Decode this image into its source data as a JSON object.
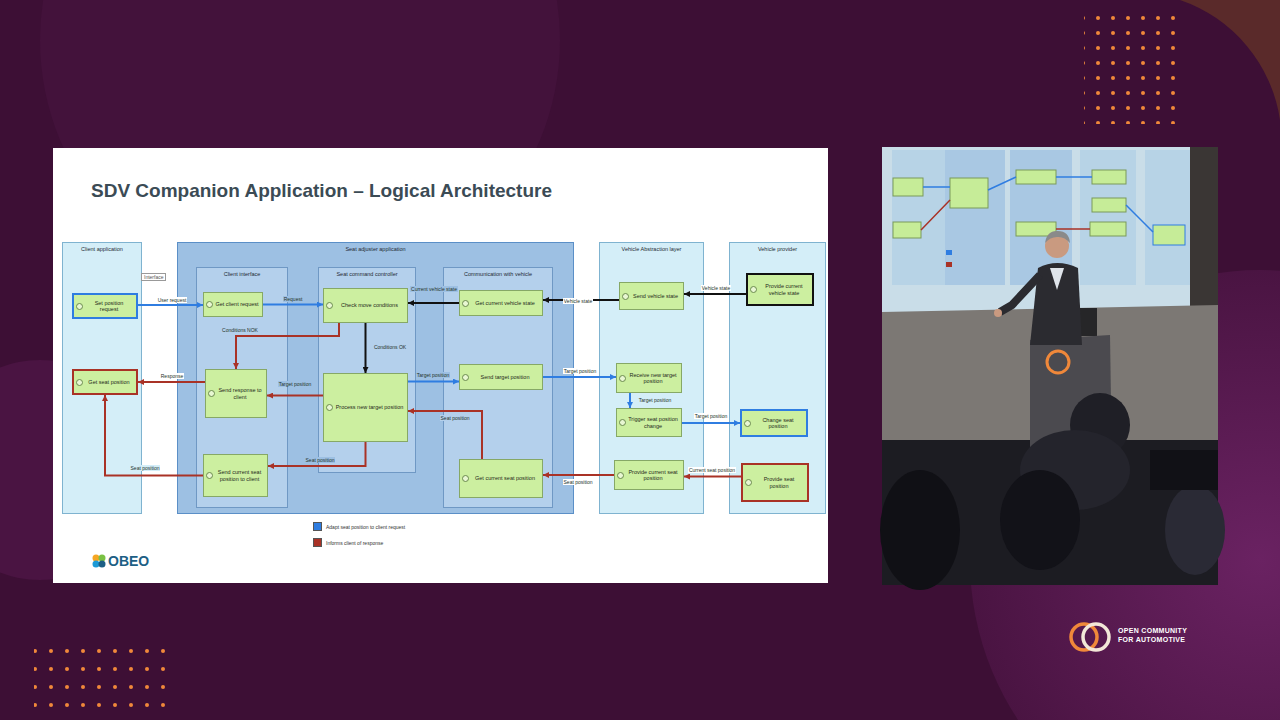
{
  "diagram": {
    "title": "SDV Companion Application – Logical Architecture",
    "nodes": [
      {
        "text": [
          "Client application"
        ]
      },
      {
        "text": [
          "Seat adjuster application"
        ]
      },
      {
        "text": [
          "Client interface"
        ],
        "in": 1
      },
      {
        "text": [
          "Seat command controller"
        ],
        "in": 1
      },
      {
        "text": [
          "Communication with vehicle"
        ],
        "in": 1
      },
      {
        "text": [
          "Vehicle Abstraction layer"
        ]
      },
      {
        "text": [
          "Vehicle provider"
        ]
      },
      {
        "text": [
          "Set position request"
        ],
        "in": 0
      },
      {
        "text": [
          "Get seat position"
        ],
        "in": 0
      },
      {
        "text": [
          "Get client request"
        ],
        "in": 2
      },
      {
        "text": [
          "Send response to client"
        ],
        "in": 2
      },
      {
        "text": [
          "Send current seat position to client"
        ],
        "in": 2
      },
      {
        "text": [
          "Check move conditions"
        ],
        "in": 3
      },
      {
        "text": [
          "Process new target position"
        ],
        "in": 3
      },
      {
        "text": [
          "Get current vehicle state"
        ],
        "in": 4
      },
      {
        "text": [
          "Send target position"
        ],
        "in": 4
      },
      {
        "text": [
          "Get current seat position"
        ],
        "in": 4
      },
      {
        "text": [
          "Send vehicle state"
        ],
        "in": 5
      },
      {
        "text": [
          "Receive new target position"
        ],
        "in": 5
      },
      {
        "text": [
          "Trigger seat position change"
        ],
        "in": 5
      },
      {
        "text": [
          "Provide current seat position"
        ],
        "in": 5
      },
      {
        "text": [
          "Provide current vehicle state"
        ],
        "in": 6
      },
      {
        "text": [
          "Change seat position"
        ],
        "in": 6
      },
      {
        "text": [
          "Provide seat position"
        ],
        "in": 6
      }
    ],
    "edges": [
      {
        "from": 7,
        "to": 9,
        "label": "User request",
        "arrow": "to"
      },
      {
        "from": 9,
        "to": 12,
        "label": "Request",
        "arrow": "to"
      },
      {
        "from": 21,
        "to": 17,
        "label": "Vehicle state",
        "arrow": "to"
      },
      {
        "from": 17,
        "to": 14,
        "label": "Vehicle state",
        "arrow": "to"
      },
      {
        "from": 14,
        "to": 12,
        "label": "Current vehicle state",
        "arrow": "to"
      },
      {
        "from": 12,
        "to": 10,
        "label": "Conditions NOK",
        "arrow": "to"
      },
      {
        "from": 12,
        "to": 13,
        "label": "Conditions OK",
        "arrow": "to"
      },
      {
        "from": 13,
        "to": 10,
        "label": "Target position",
        "arrow": "to"
      },
      {
        "from": 10,
        "to": 8,
        "label": "Response",
        "arrow": "to"
      },
      {
        "from": 13,
        "to": 15,
        "label": "Target position",
        "arrow": "to"
      },
      {
        "from": 15,
        "to": 18,
        "label": "Target position",
        "arrow": "to"
      },
      {
        "from": 18,
        "to": 19,
        "label": "Target position",
        "arrow": "to"
      },
      {
        "from": 19,
        "to": 22,
        "label": "Target position",
        "arrow": "to"
      },
      {
        "from": 23,
        "to": 20,
        "label": "Current seat position",
        "arrow": "to"
      },
      {
        "from": 20,
        "to": 16,
        "label": "Seat position",
        "arrow": "to"
      },
      {
        "from": 16,
        "to": 13,
        "label": "Seat position",
        "arrow": "to"
      },
      {
        "from": 13,
        "to": 11,
        "label": "Seat position",
        "arrow": "to"
      },
      {
        "from": 11,
        "to": 8,
        "label": "Seat position",
        "arrow": "to"
      }
    ],
    "labels": [
      "Interface",
      "OBEO",
      "OPEN COMMUNITY FOR AUTOMOTIVE"
    ],
    "legend": [
      {
        "text": "Adapt seat position to client request",
        "color": "#2f7de1"
      },
      {
        "text": "Informs client of response",
        "color": "#a93226"
      }
    ]
  }
}
